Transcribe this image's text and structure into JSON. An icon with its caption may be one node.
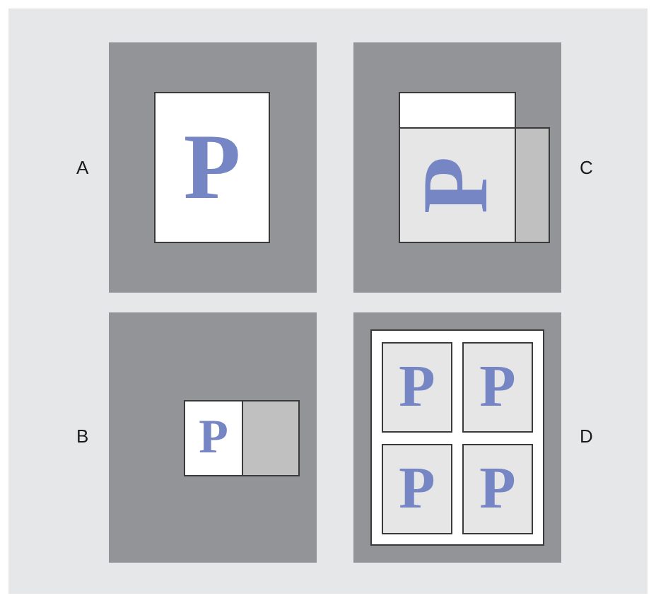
{
  "diagram": {
    "nodes": [
      {
        "text": [],
        "shape": "box",
        "beside": [
          "A"
        ]
      },
      {
        "text": [
          "P"
        ],
        "in": 0
      },
      {
        "text": [],
        "shape": "box",
        "beside": [
          "C"
        ]
      },
      {
        "text": [],
        "shape": "box",
        "in": 2
      },
      {
        "text": [
          "P"
        ],
        "in": 2
      },
      {
        "text": [],
        "shape": "box",
        "in": 2
      },
      {
        "text": [],
        "shape": "box",
        "beside": [
          "B"
        ]
      },
      {
        "text": [
          "P"
        ],
        "in": 6
      },
      {
        "text": [],
        "shape": "box",
        "in": 6
      },
      {
        "text": [],
        "shape": "box",
        "beside": [
          "D"
        ]
      },
      {
        "text": [],
        "shape": "box",
        "in": 9
      },
      {
        "text": [
          "P"
        ],
        "in": 10
      },
      {
        "text": [
          "P"
        ],
        "in": 10
      },
      {
        "text": [
          "P"
        ],
        "in": 10
      },
      {
        "text": [
          "P"
        ],
        "in": 10
      }
    ]
  }
}
